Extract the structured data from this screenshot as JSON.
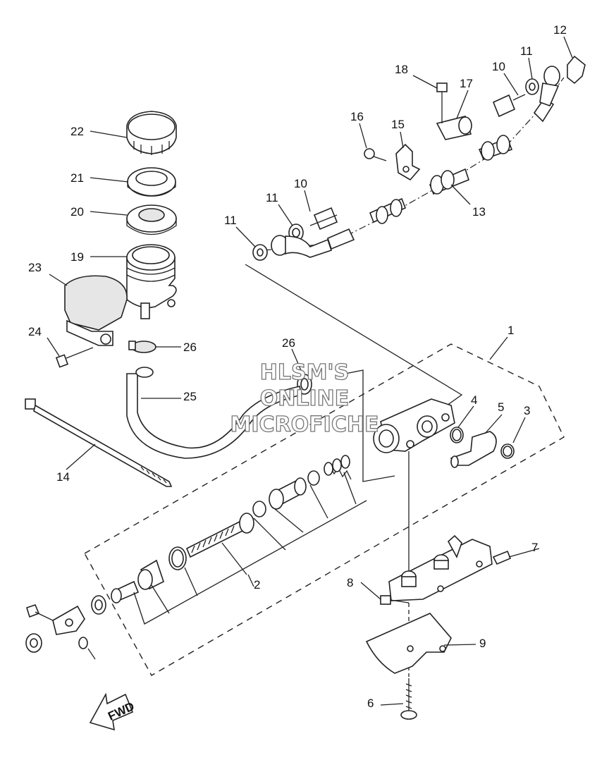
{
  "watermark": {
    "line1": "HLSM'S",
    "line2": "ONLINE",
    "line3": "MICROFICHE"
  },
  "fwd_label": "FWD",
  "callouts": {
    "c1": "1",
    "c2": "2",
    "c3": "3",
    "c4": "4",
    "c5": "5",
    "c6": "6",
    "c7": "7",
    "c8": "8",
    "c9": "9",
    "c10a": "10",
    "c10b": "10",
    "c11a": "11",
    "c11b": "11",
    "c11c": "11",
    "c12": "12",
    "c13": "13",
    "c14": "14",
    "c15": "15",
    "c16": "16",
    "c17": "17",
    "c18": "18",
    "c19": "19",
    "c20": "20",
    "c21": "21",
    "c22": "22",
    "c23": "23",
    "c24": "24",
    "c25": "25",
    "c26a": "26",
    "c26b": "26"
  }
}
